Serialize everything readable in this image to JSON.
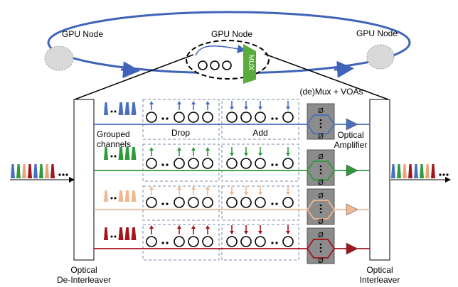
{
  "ring": {
    "node_left": "GPU Node",
    "node_top": "GPU Node",
    "node_right": "GPU Node",
    "mux_label": "MUX",
    "dots": "• • •"
  },
  "labels": {
    "grouped_channels_1": "Grouped",
    "grouped_channels_2": "channels",
    "drop": "Drop",
    "add": "Add",
    "demux_voas": "(de)Mux + VOAs",
    "amp_1": "Optical",
    "amp_2": "Amplifier",
    "deinterleaver_1": "Optical",
    "deinterleaver_2": "De-Interleaver",
    "interleaver_1": "Optical",
    "interleaver_2": "Interleaver"
  },
  "channel_colors": [
    "#4a6fbf",
    "#2e9a3c",
    "#f0b88e",
    "#a3151c"
  ],
  "input_spectrum_colors": [
    "#4a6fbf",
    "#2e9a3c",
    "#e8a67a",
    "#a3151c",
    "#4a6fbf",
    "#2e9a3c",
    "#e8a67a",
    "#a3151c"
  ],
  "mux_color": "#5aab3e",
  "voa_symbol": "Ø"
}
